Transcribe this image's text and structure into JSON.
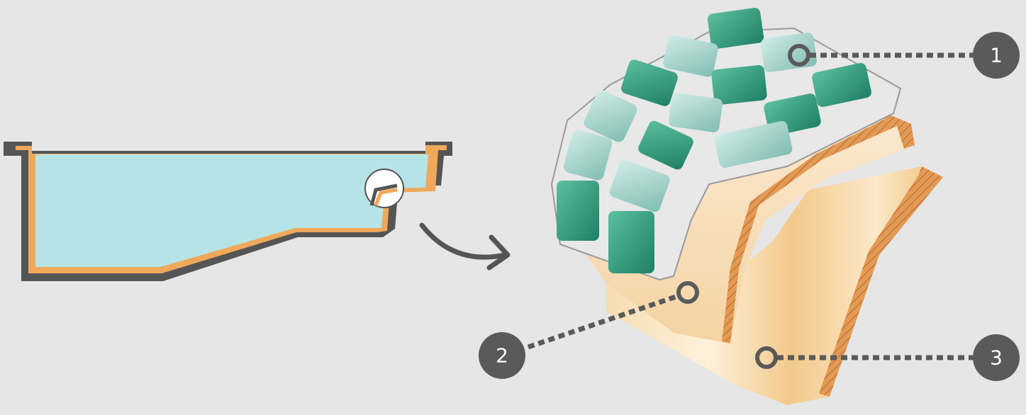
{
  "callouts": [
    {
      "number": "1",
      "target": "tile-surface"
    },
    {
      "number": "2",
      "target": "bedding-layer"
    },
    {
      "number": "3",
      "target": "pool-wall-structure"
    }
  ],
  "colors": {
    "background": "#e6e6e6",
    "pool_wall": "#555555",
    "pool_lining": "#f0a85a",
    "pool_water": "#b6e4e6",
    "tile_green": "#2f9a7e",
    "tile_pale": "#9ccfc6",
    "grout": "#e8e8e8",
    "callout_badge": "#5a5a5a",
    "leader_line": "#5a5a5a",
    "arrow": "#555555"
  }
}
